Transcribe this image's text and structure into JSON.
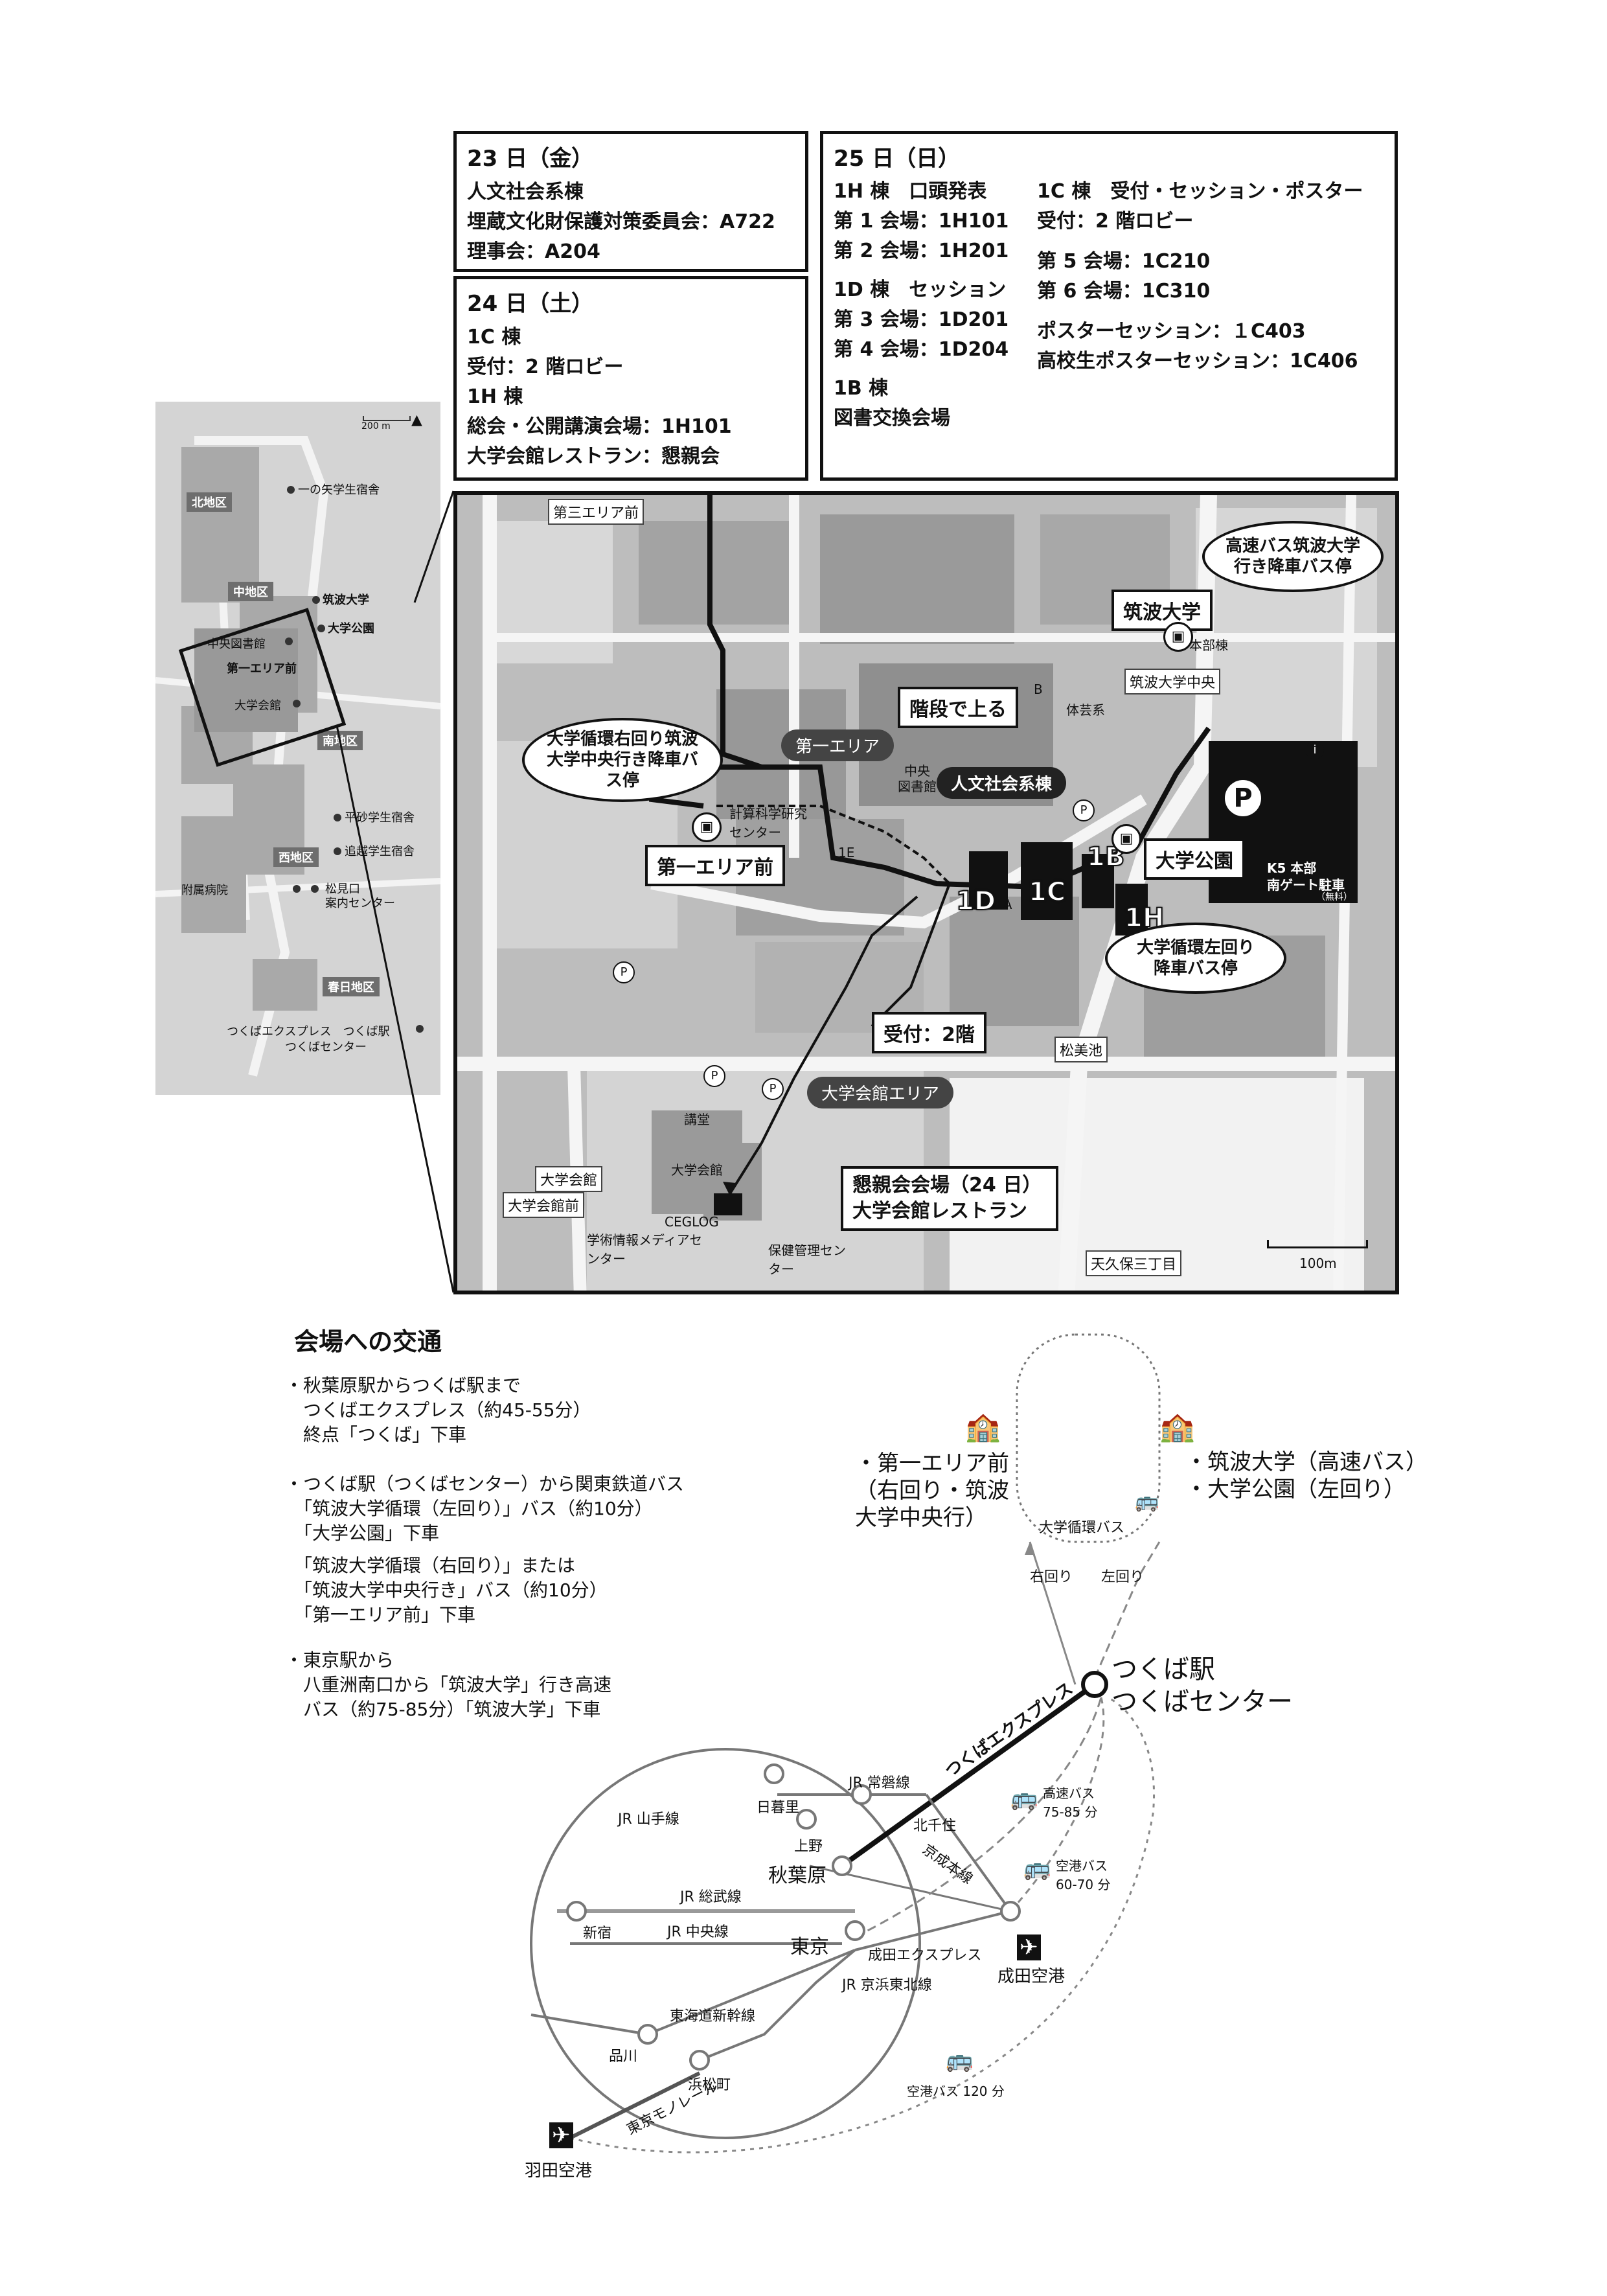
{
  "schedule": {
    "fri": {
      "title": "23 日（金）",
      "lines": [
        "人文社会系棟",
        "埋蔵文化財保護対策委員会：A722",
        "理事会：A204"
      ]
    },
    "sat": {
      "title": "24 日（土）",
      "lines": [
        "1C 棟",
        "受付：2 階ロビー",
        "1H 棟",
        "総会・公開講演会場：1H101",
        "大学会館レストラン：懇親会"
      ]
    },
    "sun": {
      "title": "25 日（日）",
      "col1": [
        "1H 棟　口頭発表",
        "第 1 会場：1H101",
        "第 2 会場：1H201",
        "1D 棟　セッション",
        "第 3 会場：1D201",
        "第 4 会場：1D204",
        "1B 棟",
        "図書交換会場"
      ],
      "col2": [
        "1C 棟　受付・セッション・ポスター",
        "受付：2 階ロビー",
        "第 5 会場：1C210",
        "第 6 会場：1C310",
        "ポスターセッション：１C403",
        "高校生ポスターセッション：1C406"
      ]
    }
  },
  "overview_map": {
    "scale": "200 m",
    "areas": [
      "北地区",
      "中地区",
      "南地区",
      "西地区",
      "春日地区"
    ],
    "labels": [
      "一の矢学生宿舎",
      "筑波大学",
      "大学公園",
      "中央図書館",
      "第一エリア前",
      "大学会館",
      "平砂学生宿舎",
      "追越学生宿舎",
      "附属病院",
      "松見口",
      "案内センター",
      "つくばエクスプレス　つくば駅",
      "つくばセンター"
    ]
  },
  "campus_map": {
    "stops": [
      "第三エリア前",
      "筑波大学中央",
      "松美池",
      "大学会館",
      "大学会館前",
      "天久保三丁目"
    ],
    "callouts": {
      "hwy_bus": "高速バス筑波大学行き降車バス停",
      "right_loop": "大学循環右回り筑波大学中央行き降車バス停",
      "left_loop": "大学循環左回り降車バス停"
    },
    "rect_labels": {
      "tsukuba_univ": "筑波大学",
      "stairs": "階段で上る",
      "daiichi_mae": "第一エリア前",
      "daigaku_koen": "大学公園",
      "reception": "受付：2階",
      "reception_party": "懇親会会場（24 日）大学会館レストラン"
    },
    "dark_labels": {
      "area1": "第一エリア",
      "hall_area": "大学会館エリア",
      "jinbun": "人文社会系棟"
    },
    "buildings": [
      "1B",
      "1C",
      "1D",
      "1H"
    ],
    "small_labels": [
      "本部棟",
      "中央",
      "図書館",
      "計算科学研究センター",
      "1E",
      "1A",
      "K5 本部",
      "南ゲート駐車",
      "（無料）",
      "講堂",
      "大学会館",
      "CEGLOG",
      "学術情報メディアセンター",
      "保健管理センター",
      "B",
      "体芸系"
    ],
    "parking": "P",
    "scale": "100m"
  },
  "transport": {
    "heading": "会場への交通",
    "items": [
      "・秋葉原駅からつくば駅まで\n　つくばエクスプレス（約45-55分）\n　終点「つくば」下車",
      "・つくば駅（つくばセンター）から関東鉄道バス\n　「筑波大学循環（左回り）」バス（約10分）\n　「大学公園」下車",
      "　「筑波大学循環（右回り）」または\n　「筑波大学中央行き」バス（約10分）\n　「第一エリア前」下車",
      "・東京駅から\n　八重洲南口から「筑波大学」行き高速\n　バス（約75-85分）「筑波大学」下車"
    ]
  },
  "route_map": {
    "station_main": "つくば駅\nつくばセンター",
    "dest_left": "・第一エリア前\n（右回り・筑波\n大学中央行）",
    "dest_right": "・筑波大学（高速バス）\n・大学公園（左回り）",
    "loop": "大学循環バス",
    "right_turn": "右回り",
    "left_turn": "左回り",
    "lines": [
      "つくばエクスプレス",
      "JR 常磐線",
      "京成本線",
      "JR 総武線",
      "JR 中央線",
      "東海道新幹線",
      "JR 京浜東北線",
      "成田エクスプレス",
      "東京モノレール",
      "JR 山手線"
    ],
    "stations": [
      "日暮里",
      "上野",
      "秋葉原",
      "北千住",
      "新宿",
      "東京",
      "品川",
      "浜松町",
      "成田空港",
      "羽田空港"
    ],
    "buses": [
      "高速バス\n75-85 分",
      "空港バス\n60-70 分",
      "空港バス 120 分"
    ]
  }
}
